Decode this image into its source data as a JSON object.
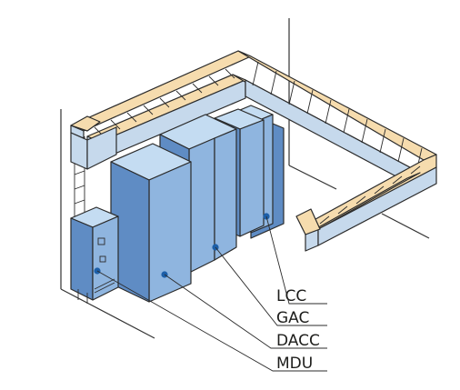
{
  "labels": [
    {
      "id": "lcc",
      "text": "LCC"
    },
    {
      "id": "gac",
      "text": "GAC"
    },
    {
      "id": "dacc",
      "text": "DACC"
    },
    {
      "id": "mdu",
      "text": "MDU"
    }
  ],
  "colors": {
    "cabinet_front": "#8fb5df",
    "cabinet_side": "#5f8cc4",
    "cabinet_top": "#c4dcf2",
    "tray_top": "#f6dcae",
    "tray_side": "#c6d9ec",
    "tray_rung": "#e9c894",
    "marker_dot": "#1d5fa8",
    "line": "#2b2b2b"
  }
}
